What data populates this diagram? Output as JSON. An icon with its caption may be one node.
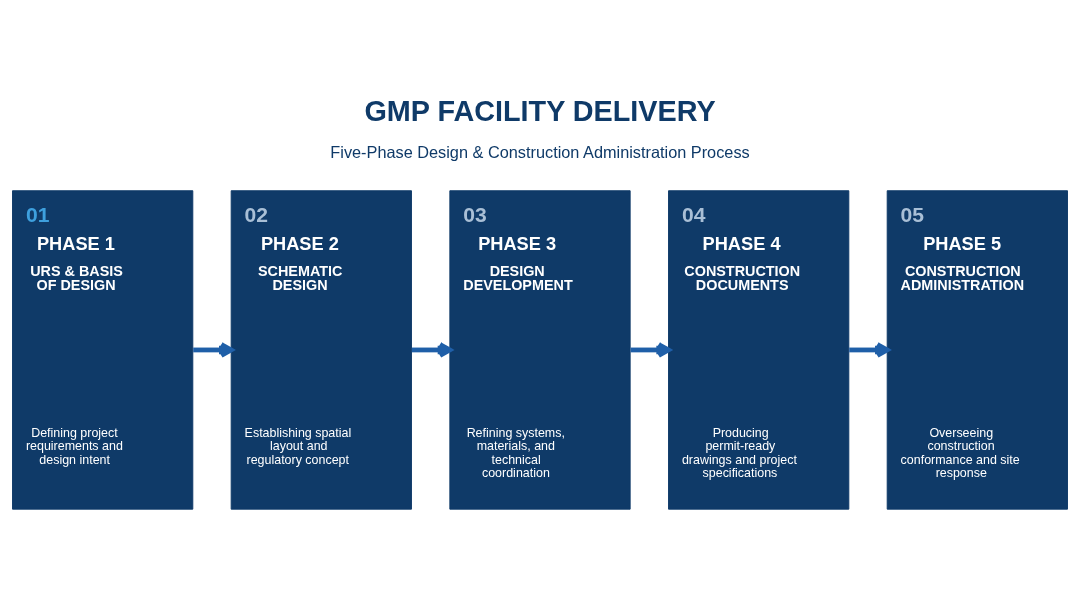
{
  "diagram": {
    "title": "GMP FACILITY DELIVERY",
    "nodes": [
      {
        "text": [
          "01",
          "PHASE 1",
          "URS & BASIS OF DESIGN",
          "Defining project requirements and design intent"
        ]
      },
      {
        "text": [
          "02",
          "PHASE 2",
          "SCHEMATIC DESIGN",
          "Establishing spatial layout and regulatory concept"
        ]
      },
      {
        "text": [
          "03",
          "PHASE 3",
          "DESIGN DEVELOPMENT",
          "Refining systems, materials, and technical coordination"
        ]
      },
      {
        "text": [
          "04",
          "PHASE 4",
          "CONSTRUCTION DOCUMENTS",
          "Producing permit-ready drawings and project specifications"
        ]
      },
      {
        "text": [
          "05",
          "PHASE 5",
          "CONSTRUCTION ADMINISTRATION",
          "Overseeing construction conformance and site response"
        ]
      }
    ],
    "edges": [
      {
        "from": 0,
        "to": 1,
        "arrow": "to"
      },
      {
        "from": 1,
        "to": 2,
        "arrow": "to"
      },
      {
        "from": 2,
        "to": 3,
        "arrow": "to"
      },
      {
        "from": 3,
        "to": 4,
        "arrow": "to"
      }
    ],
    "labels": [
      "Five-Phase Design & Construction Administration Process"
    ]
  }
}
